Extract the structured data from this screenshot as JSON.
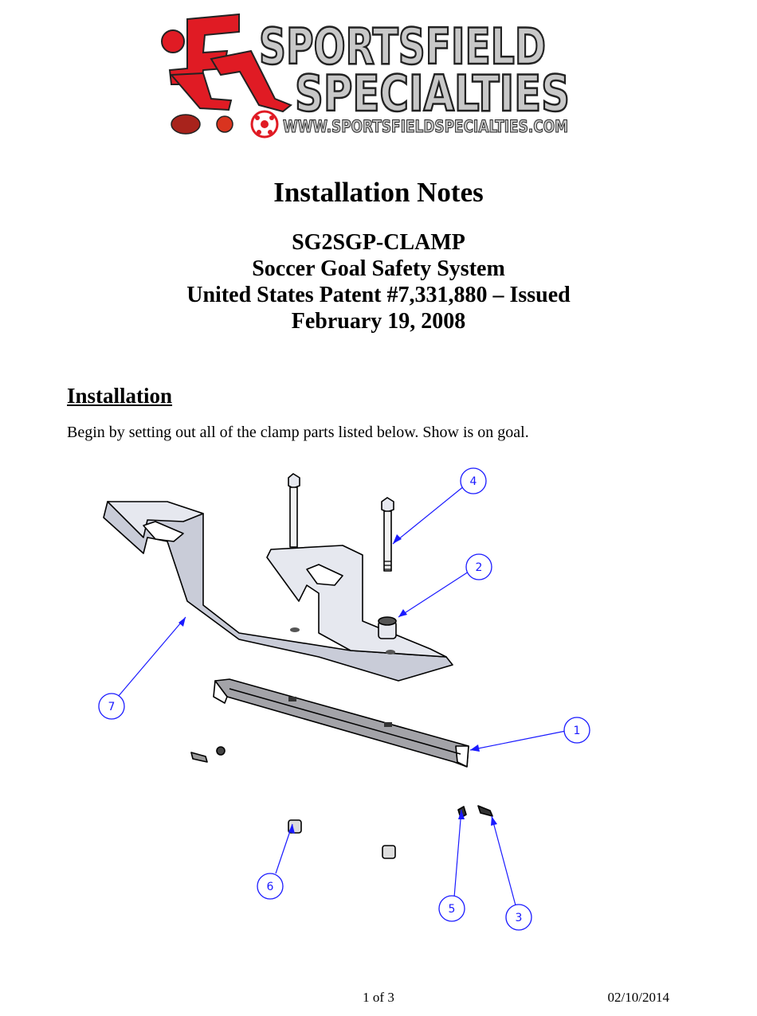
{
  "logo": {
    "line1": "SPORTSFIELD",
    "line2": "SPECIALTIES",
    "url": "WWW.SPORTSFIELDSPECIALTIES.COM",
    "colors": {
      "red": "#e01b24",
      "gray": "#bfbfbf",
      "dark": "#333333"
    }
  },
  "title": "Installation Notes",
  "subtitle": {
    "line1": "SG2SGP-CLAMP",
    "line2": "Soccer Goal Safety System",
    "line3": "United States Patent #7,331,880 – Issued",
    "line4": "February 19, 2008"
  },
  "section_heading": "Installation",
  "intro_text": "Begin by setting out all of the clamp parts listed below.  Show is on goal.",
  "diagram": {
    "callouts": [
      {
        "label": "4"
      },
      {
        "label": "2"
      },
      {
        "label": "7"
      },
      {
        "label": "1"
      },
      {
        "label": "6"
      },
      {
        "label": "5"
      },
      {
        "label": "3"
      }
    ]
  },
  "footer": {
    "page": "1 of 3",
    "date": "02/10/2014"
  }
}
